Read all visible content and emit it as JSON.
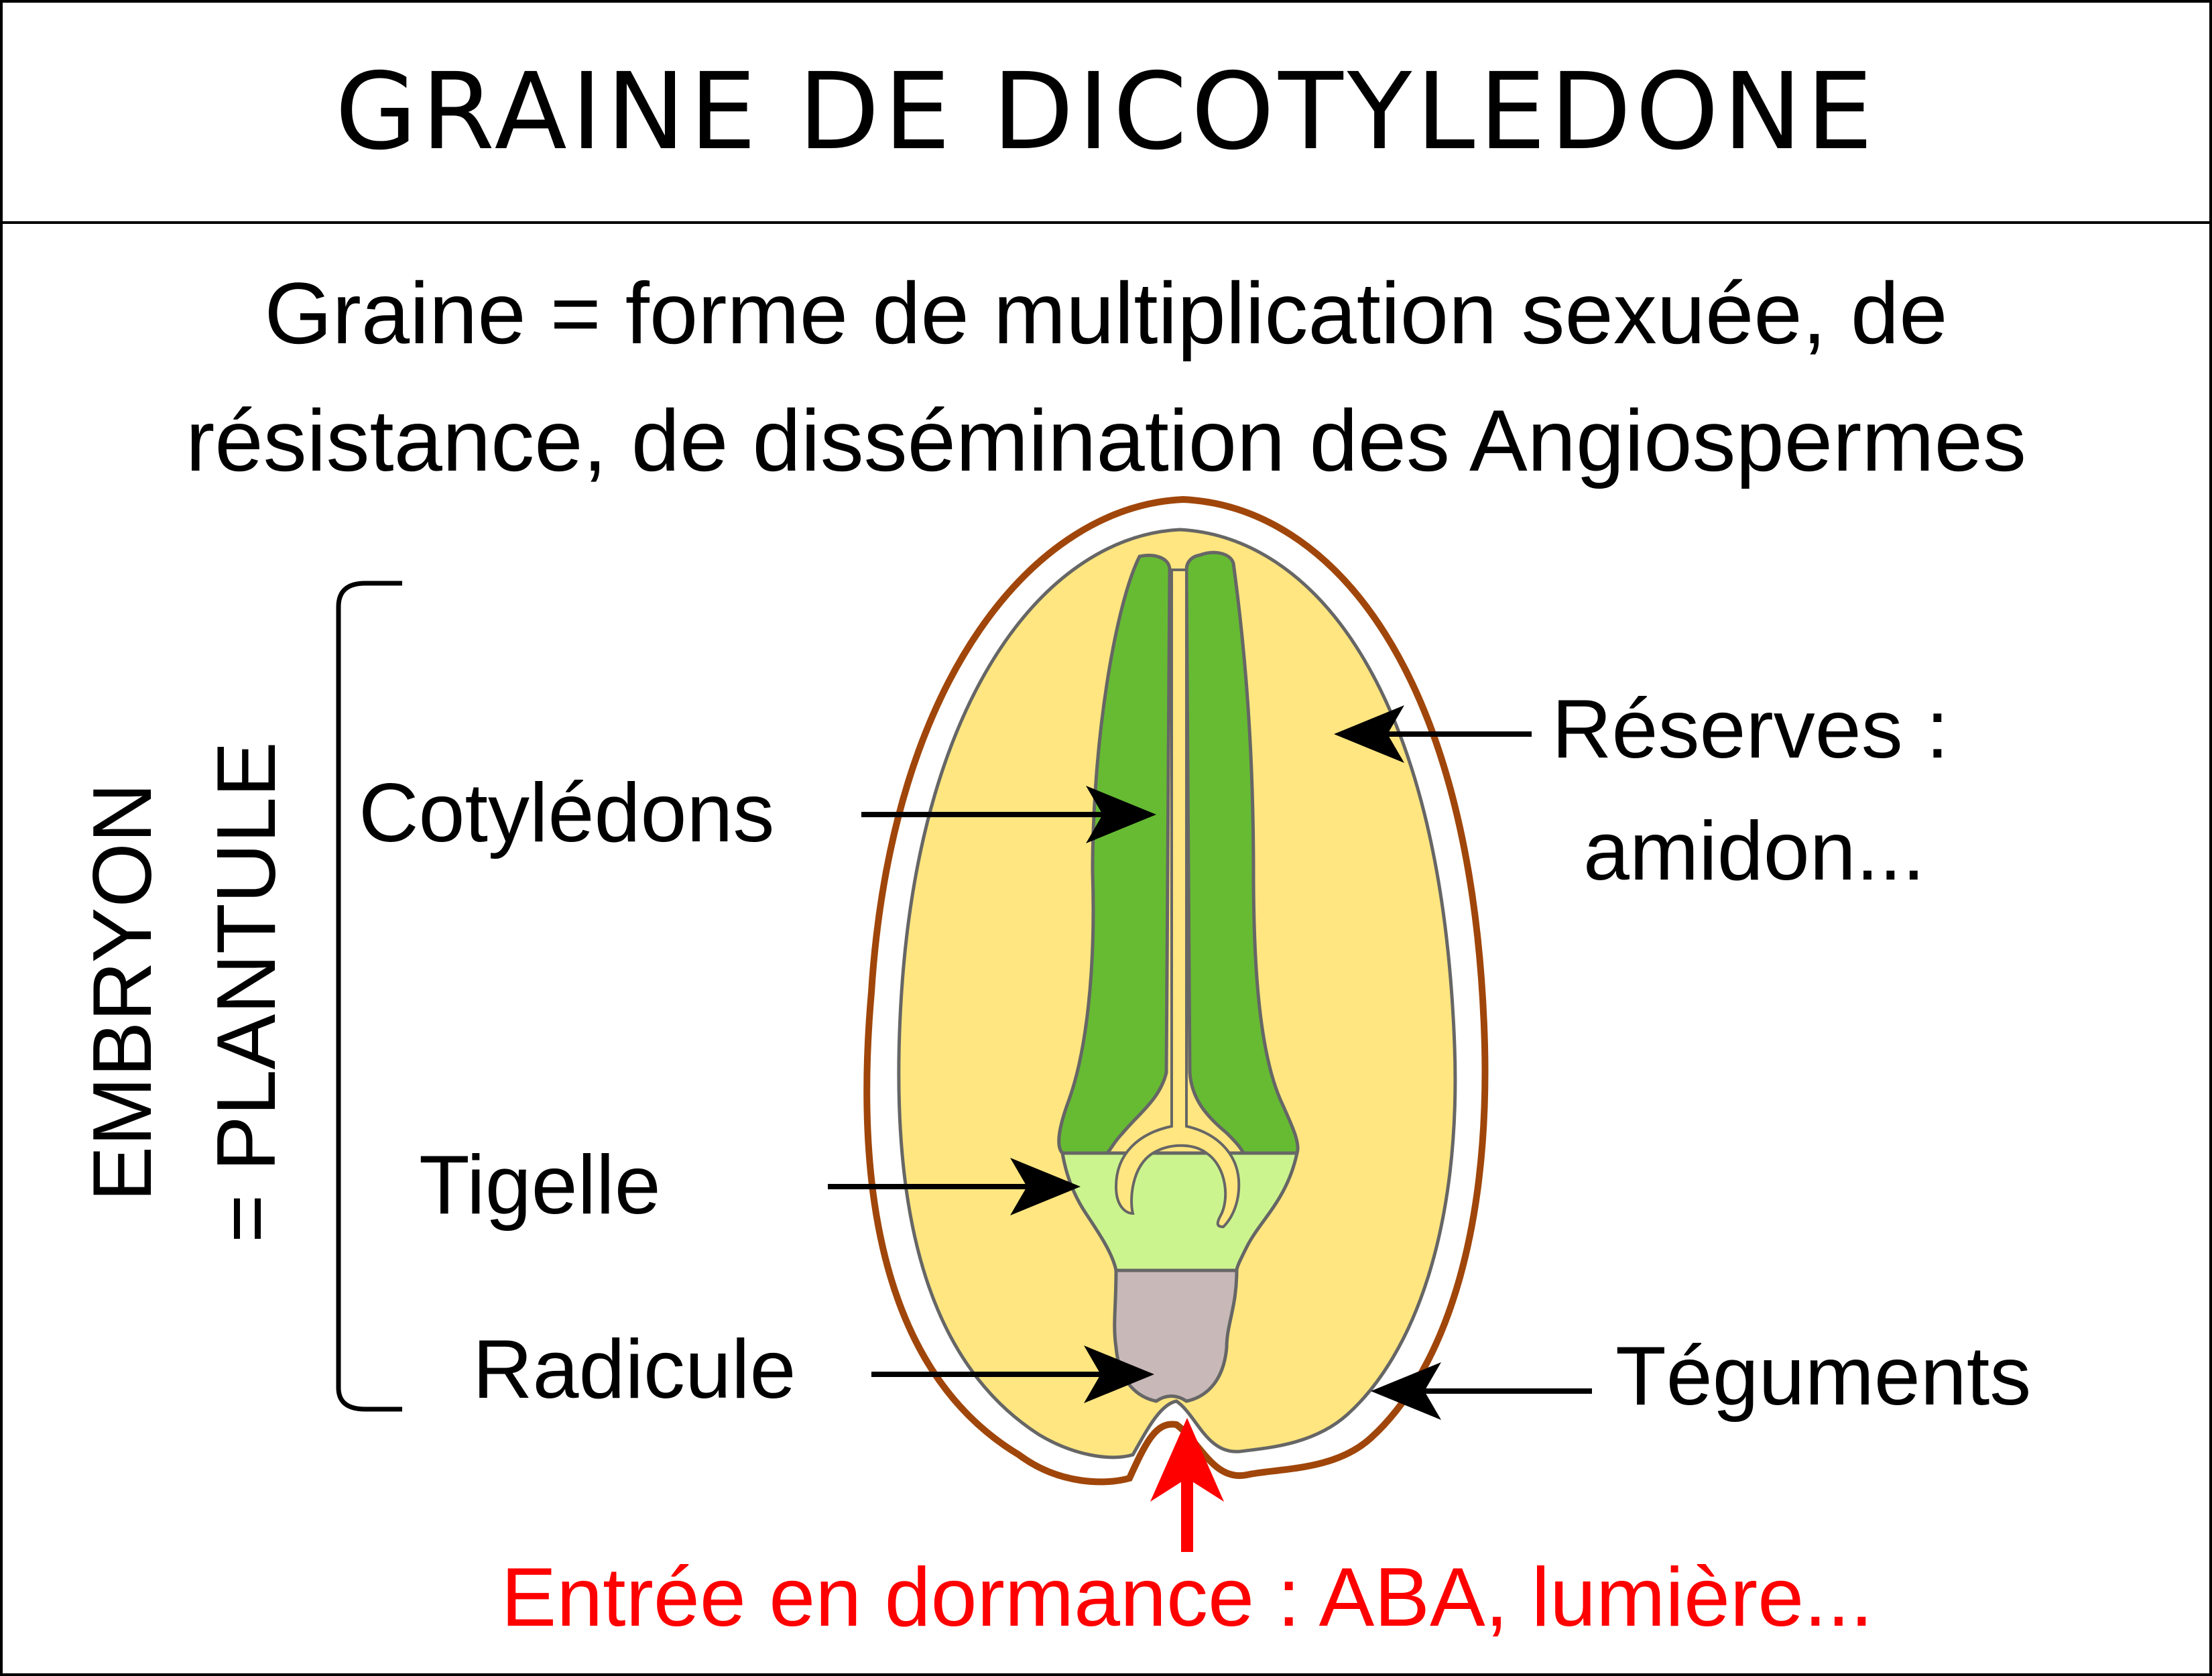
{
  "title": "GRAINE DE DICOTYLEDONE",
  "subtitle": {
    "line1": "Graine = forme de multiplication sexuée, de",
    "line2": "résistance, de dissémination des Angiospermes"
  },
  "side_label": {
    "line1": "EMBRYON",
    "line2": "= PLANTULE"
  },
  "labels": {
    "cotyledons": "Cotylédons",
    "tigelle": "Tigelle",
    "radicule": "Radicule",
    "reserves_line1": "Réserves :",
    "reserves_line2": "amidon...",
    "teguments": "Téguments",
    "dormance": "Entrée en dormance : ABA, lumière..."
  },
  "colors": {
    "tegument": "#a0460a",
    "reserves": "#ffe680",
    "cotyledon": "#66bb33",
    "tigelle": "#ccf48e",
    "radicule": "#c8b8b8",
    "dormance_arrow": "#ff0000"
  }
}
